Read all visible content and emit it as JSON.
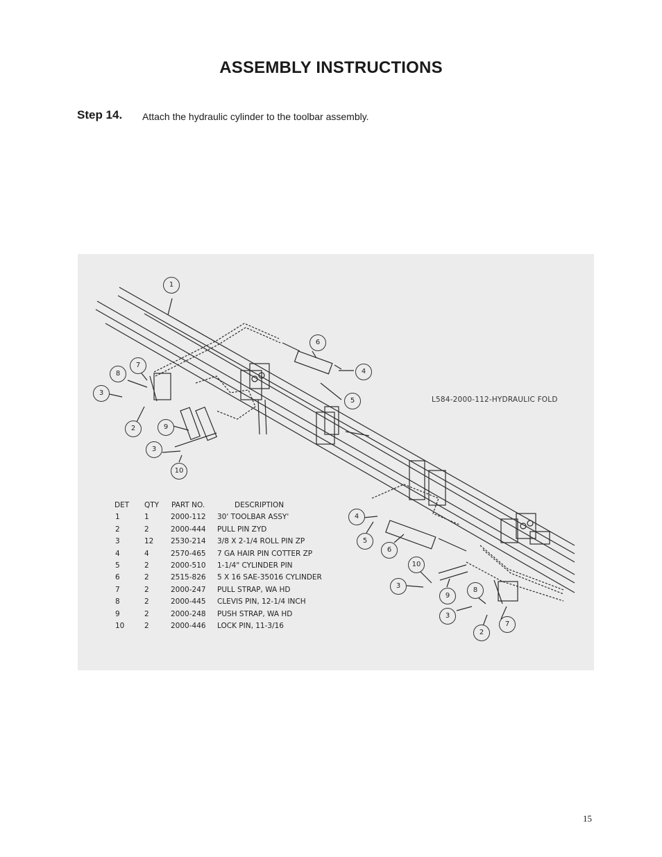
{
  "page": {
    "title": "ASSEMBLY INSTRUCTIONS",
    "step_label": "Step 14.",
    "step_text": "Attach the hydraulic cylinder to the toolbar assembly.",
    "page_number": "15"
  },
  "figure": {
    "drawing_id": "L584-2000-112-HYDRAULIC FOLD",
    "callouts": [
      "1",
      "6",
      "4",
      "5",
      "7",
      "8",
      "3",
      "2",
      "9",
      "3",
      "10",
      "4",
      "5",
      "6",
      "10",
      "3",
      "9",
      "8",
      "3",
      "2",
      "7"
    ]
  },
  "parts_table": {
    "headers": {
      "det": "DET",
      "qty": "QTY",
      "part_no": "PART NO.",
      "description": "DESCRIPTION"
    },
    "rows": [
      {
        "det": "1",
        "qty": "1",
        "part_no": "2000-112",
        "description": "30' TOOLBAR ASSY'"
      },
      {
        "det": "2",
        "qty": "2",
        "part_no": "2000-444",
        "description": "PULL PIN ZYD"
      },
      {
        "det": "3",
        "qty": "12",
        "part_no": "2530-214",
        "description": "3/8 X 2-1/4 ROLL PIN ZP"
      },
      {
        "det": "4",
        "qty": "4",
        "part_no": "2570-465",
        "description": "7 GA HAIR PIN COTTER ZP"
      },
      {
        "det": "5",
        "qty": "2",
        "part_no": "2000-510",
        "description": "1-1/4\" CYLINDER PIN"
      },
      {
        "det": "6",
        "qty": "2",
        "part_no": "2515-826",
        "description": "5 X 16 SAE-35016 CYLINDER"
      },
      {
        "det": "7",
        "qty": "2",
        "part_no": "2000-247",
        "description": "PULL STRAP, WA HD"
      },
      {
        "det": "8",
        "qty": "2",
        "part_no": "2000-445",
        "description": "CLEVIS PIN, 12-1/4 INCH"
      },
      {
        "det": "9",
        "qty": "2",
        "part_no": "2000-248",
        "description": "PUSH STRAP, WA HD"
      },
      {
        "det": "10",
        "qty": "2",
        "part_no": "2000-446",
        "description": "LOCK PIN, 11-3/16"
      }
    ]
  }
}
